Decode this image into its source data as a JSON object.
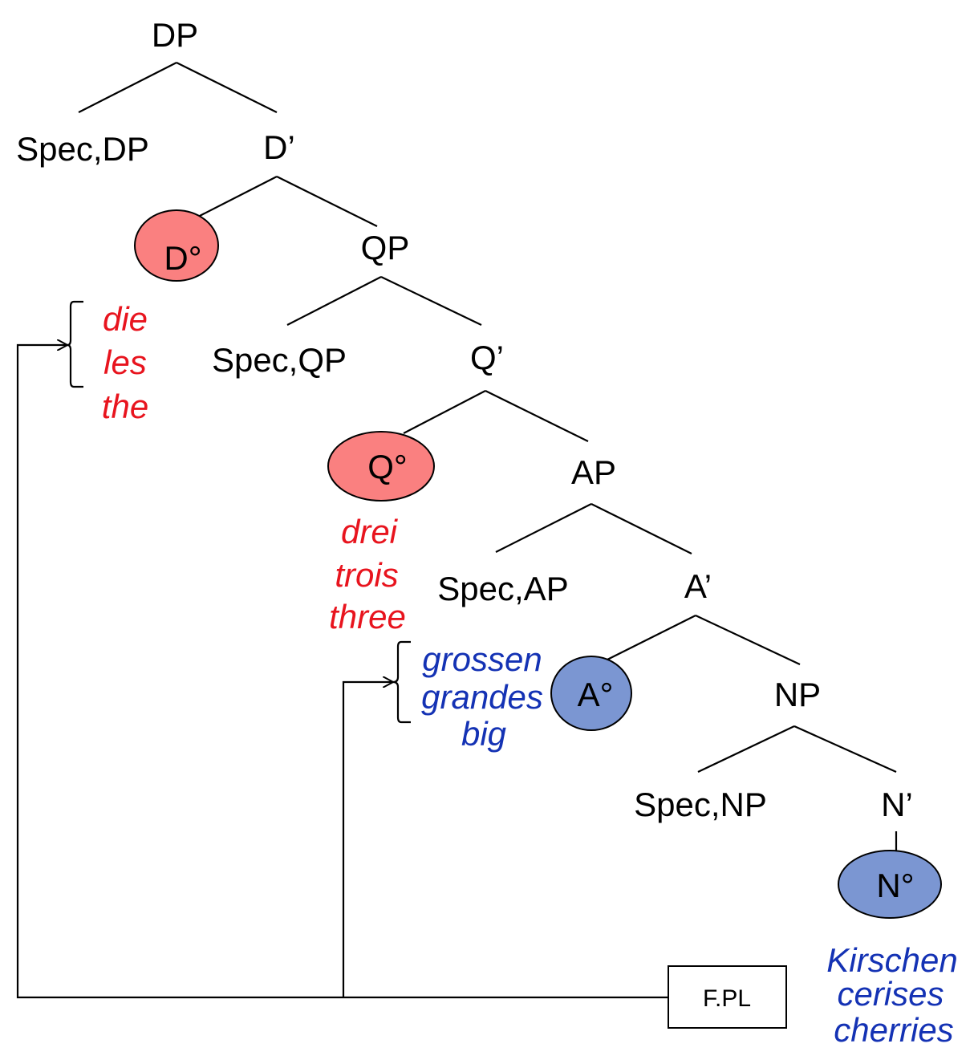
{
  "colors": {
    "functional_head_fill": "#fa8080",
    "lexical_head_fill": "#7b96d2",
    "functional_text": "#e8141e",
    "lexical_text": "#1432b4"
  },
  "nodes": {
    "dp": "DP",
    "spec_dp": "Spec,DP",
    "d_bar": "D’",
    "d_head": "D°",
    "qp": "QP",
    "spec_qp": "Spec,QP",
    "q_bar": "Q’",
    "q_head": "Q°",
    "ap": "AP",
    "spec_ap": "Spec,AP",
    "a_bar": "A’",
    "a_head": "A°",
    "np": "NP",
    "spec_np": "Spec,NP",
    "n_bar": "N’",
    "n_head": "N°"
  },
  "words": {
    "determiners": [
      "die",
      "les",
      "the"
    ],
    "quantifiers": [
      "drei",
      "trois",
      "three"
    ],
    "adjectives": [
      "grossen",
      "grandes",
      "big"
    ],
    "nouns": [
      "Kirschen",
      "cerises",
      "cherries"
    ]
  },
  "feature_box": "F.PL"
}
